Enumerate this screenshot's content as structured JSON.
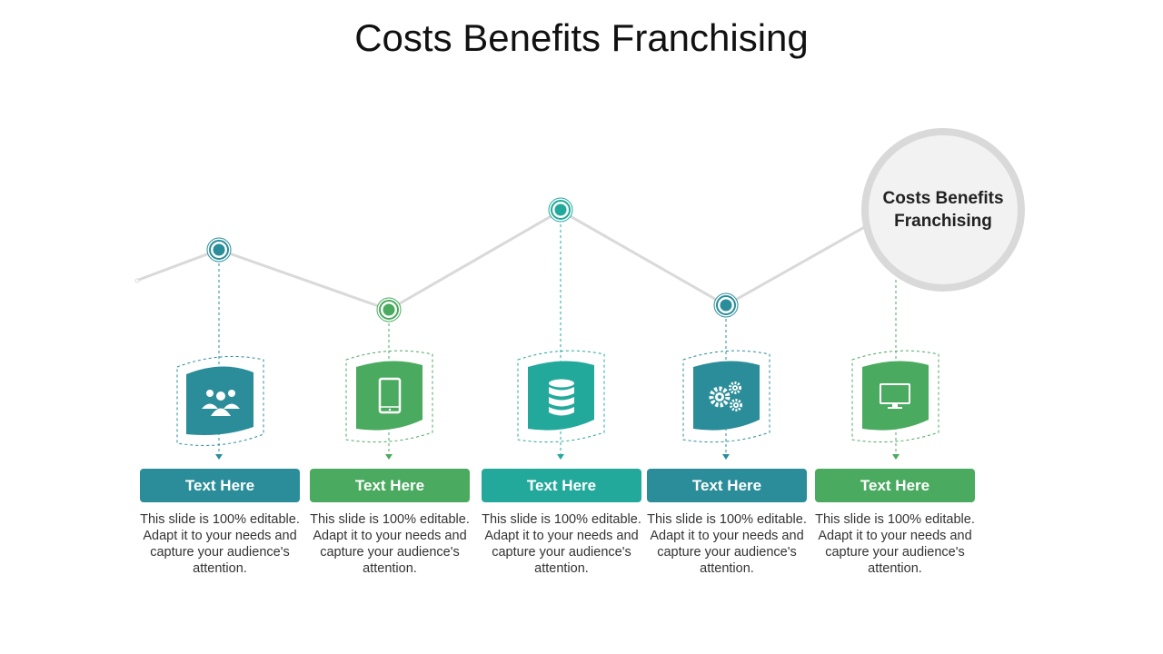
{
  "title": "Costs Benefits Franchising",
  "hub": {
    "label": "Costs Benefits Franchising"
  },
  "colors": {
    "teal": "#2a8d99",
    "green": "#4aaa5f",
    "turquoise": "#23a99b",
    "line": "#d9d9d9",
    "hub_border": "#d9d9d9",
    "hub_fill": "#f2f2f2"
  },
  "items": [
    {
      "icon": "people-group-icon",
      "color": "#2a8d99",
      "label": "Text Here",
      "description": "This slide is 100% editable. Adapt it to your needs and capture your audience's attention."
    },
    {
      "icon": "smartphone-icon",
      "color": "#4aaa5f",
      "label": "Text Here",
      "description": "This slide is 100% editable. Adapt it to your needs and capture your audience's attention."
    },
    {
      "icon": "database-icon",
      "color": "#23a99b",
      "label": "Text Here",
      "description": "This slide is 100% editable. Adapt it to your needs and capture your audience's attention."
    },
    {
      "icon": "gears-icon",
      "color": "#2a8d99",
      "label": "Text Here",
      "description": "This slide is 100% editable. Adapt it to your needs and capture your audience's attention."
    },
    {
      "icon": "monitor-icon",
      "color": "#4aaa5f",
      "label": "Text Here",
      "description": "This slide is 100% editable. Adapt it to your needs and capture your audience's attention."
    }
  ]
}
